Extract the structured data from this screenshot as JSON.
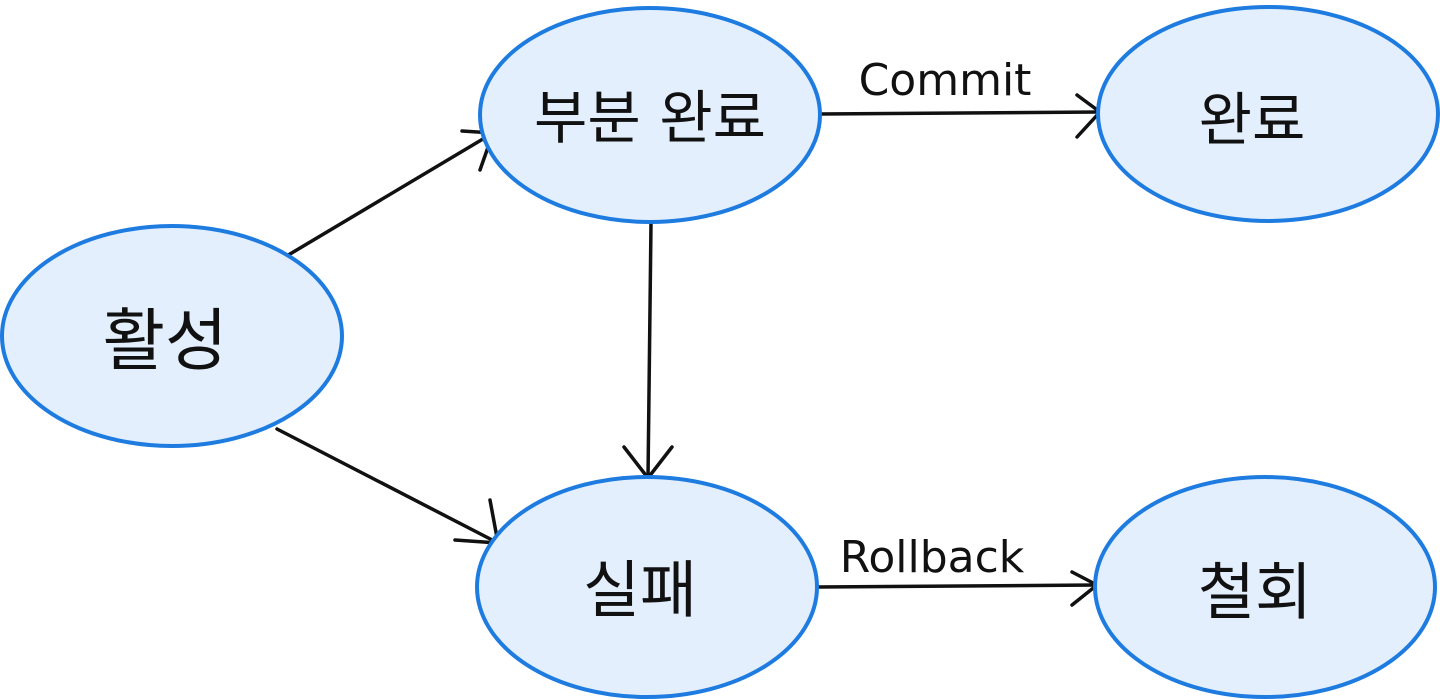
{
  "diagram": {
    "type": "state-transition",
    "colors": {
      "node_fill": "#e3effd",
      "node_stroke": "#1e7be0",
      "ink": "#111111"
    },
    "nodes": {
      "active": "활성",
      "partially_committed": "부분 완료",
      "committed": "완료",
      "failed": "실패",
      "aborted": "철회"
    },
    "edges": {
      "commit": "Commit",
      "rollback": "Rollback"
    }
  }
}
